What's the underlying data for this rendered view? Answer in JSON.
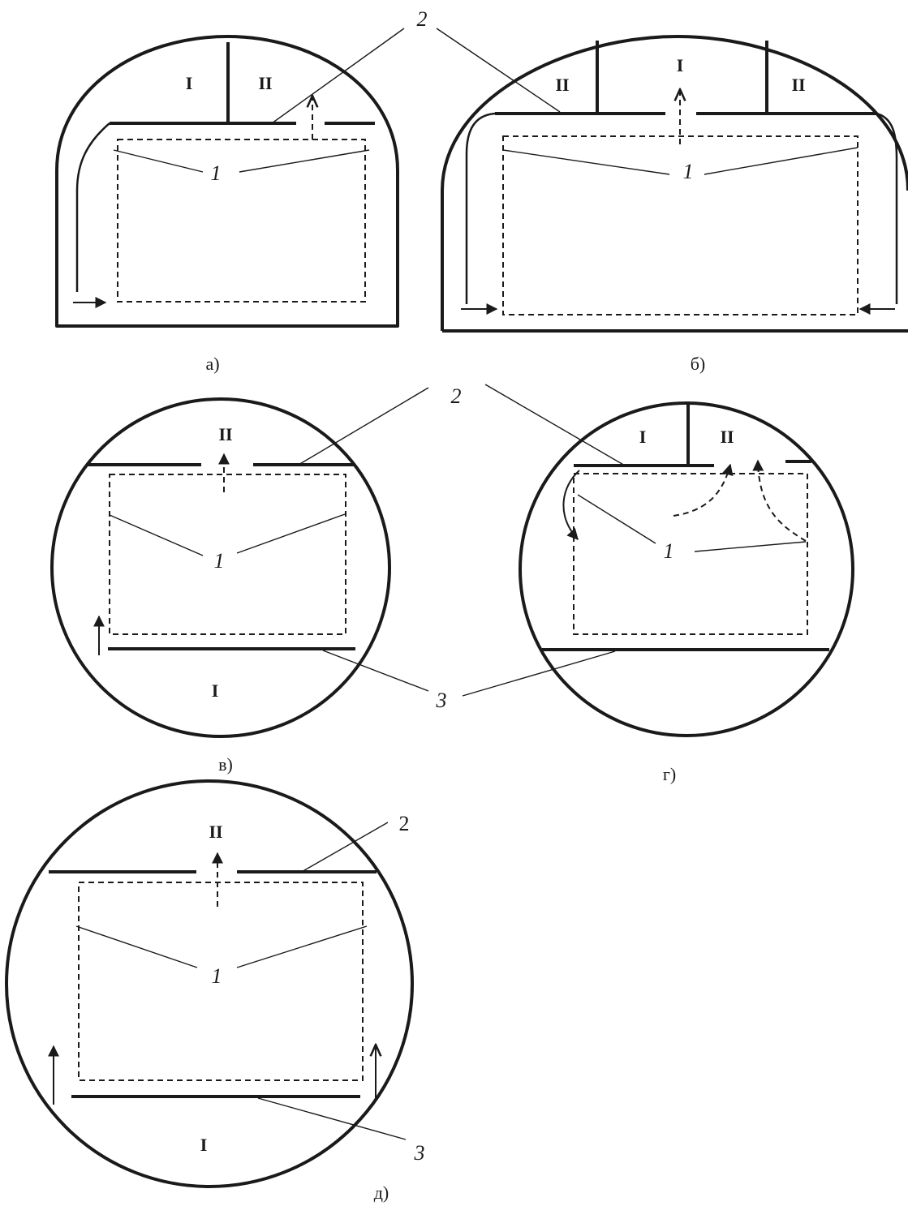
{
  "labels": {
    "part1": "1",
    "part2": "2",
    "part3": "3",
    "zone_I": "I",
    "zone_II": "II"
  },
  "captions": {
    "a": "а)",
    "b": "б)",
    "v": "в)",
    "g": "г)",
    "d": "д)"
  }
}
